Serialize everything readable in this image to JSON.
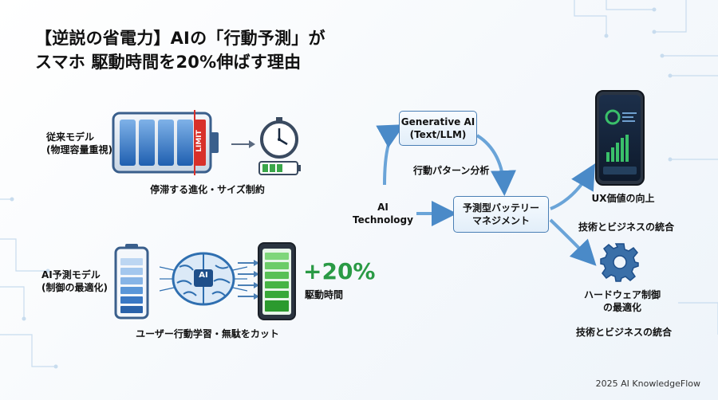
{
  "title": {
    "line1": "【逆説の省電力】AIの「行動予測」が",
    "line2": "スマホ 駆動時間を20%伸ばす理由"
  },
  "conventional": {
    "label_line1": "従来モデル",
    "label_line2": "(物理容量重視)",
    "limit_text": "LIMIT",
    "caption": "停滞する進化・サイズ制約"
  },
  "ai_model": {
    "label_line1": "AI予測モデル",
    "label_line2": "(制御の最適化)",
    "chip_text": "AI",
    "gain": "+20%",
    "gain_caption": "駆動時間",
    "caption": "ユーザー行動学習・無駄をカット"
  },
  "flow": {
    "ai_tech_line1": "AI",
    "ai_tech_line2": "Technology",
    "genai_line1": "Generative AI",
    "genai_line2": "(Text/LLM)",
    "pattern_analysis": "行動パターン分析",
    "battery_mgmt_line1": "予測型バッテリー",
    "battery_mgmt_line2": "マネジメント",
    "ux_label": "UX価値の向上",
    "ux_sub": "技術とビジネスの統合",
    "hw_label_line1": "ハードウェア制御",
    "hw_label_line2": "の最適化",
    "hw_sub": "技術とビジネスの統合"
  },
  "footer": "2025 AI KnowledgeFlow",
  "colors": {
    "accent_blue": "#2f6fb0",
    "limit_red": "#d8302a",
    "gain_green": "#2a9a45"
  }
}
